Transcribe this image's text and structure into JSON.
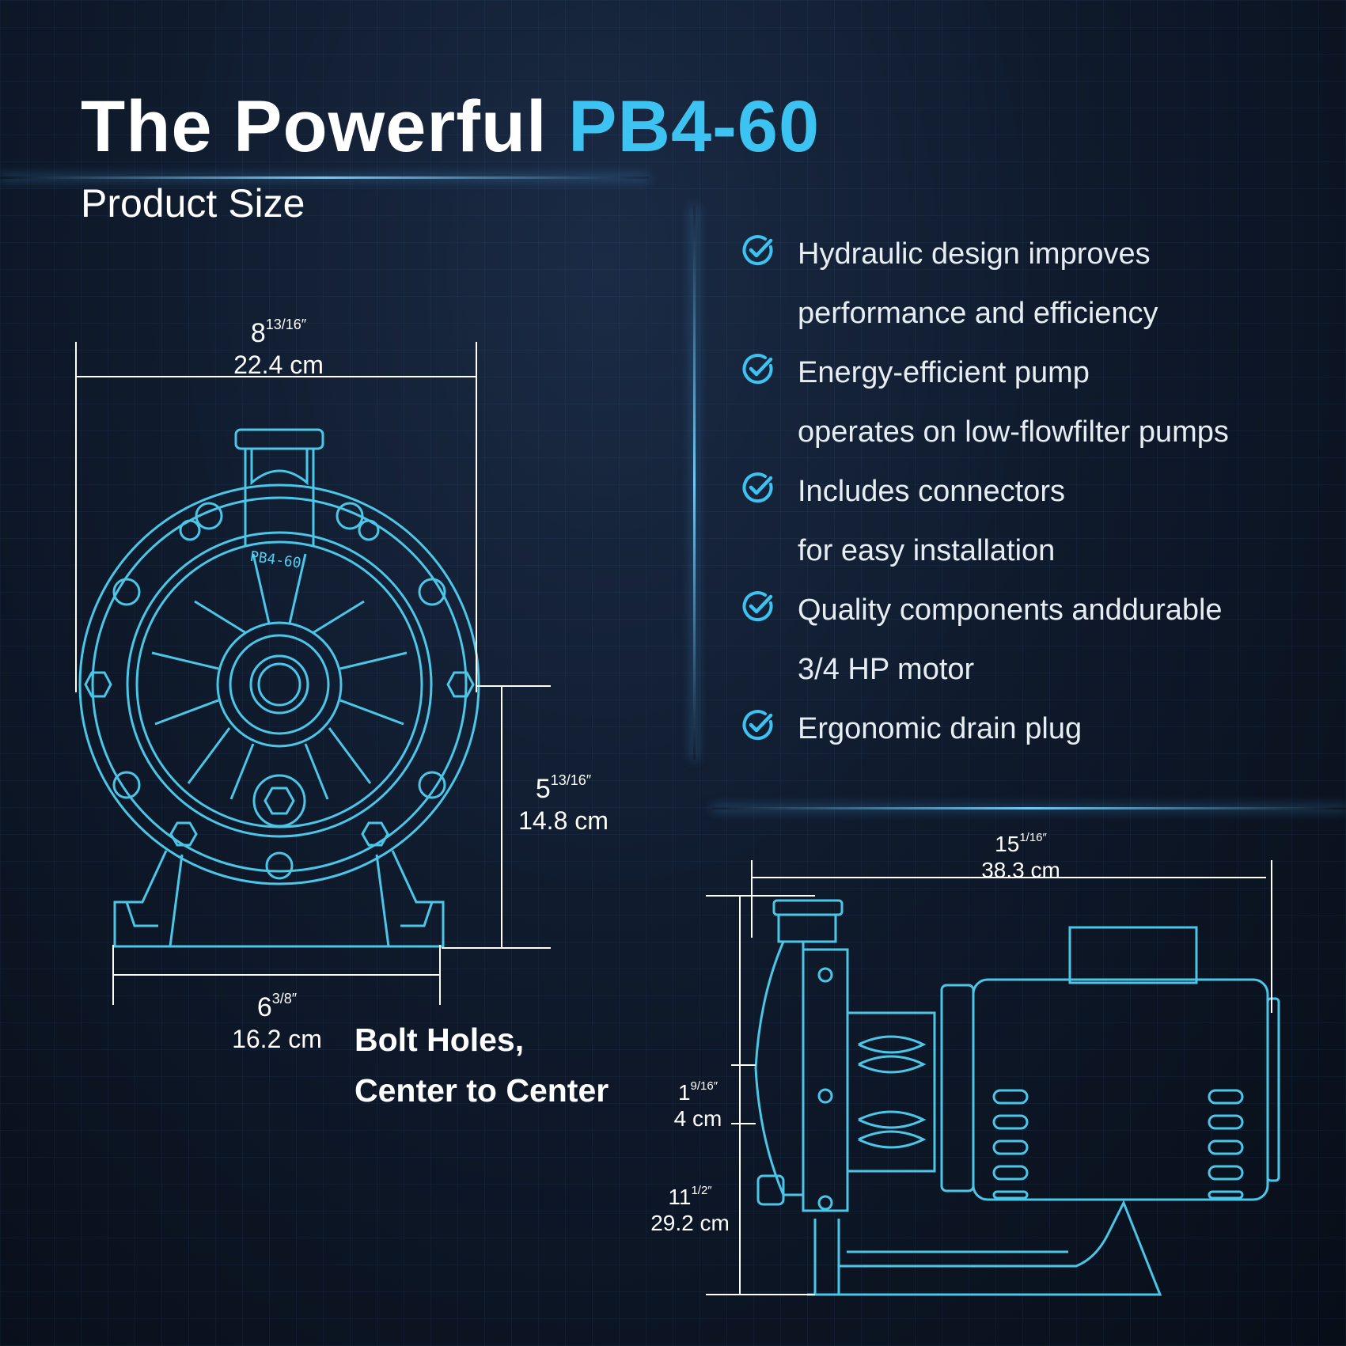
{
  "title": {
    "prefix": "The Powerful",
    "model": "PB4-60"
  },
  "subtitle": "Product Size",
  "features": [
    {
      "line1": "Hydraulic design improves",
      "line2": "performance and efficiency",
      "icon": "check-circle-icon"
    },
    {
      "line1": "Energy-efficient pump",
      "line2": "operates on low-flowfilter pumps",
      "icon": "check-circle-icon"
    },
    {
      "line1": "Includes connectors",
      "line2": "for easy installation",
      "icon": "check-circle-icon"
    },
    {
      "line1": "Quality components anddurable",
      "line2": "3/4 HP motor",
      "icon": "check-circle-icon"
    },
    {
      "line1": "Ergonomic drain plug",
      "line2": "",
      "icon": "check-circle-icon"
    }
  ],
  "front_view": {
    "label": "PB4-60",
    "width": {
      "whole": "8",
      "fraction": "13/16″",
      "cm": "22.4 cm"
    },
    "height": {
      "whole": "5",
      "fraction": "13/16″",
      "cm": "14.8 cm"
    },
    "base": {
      "whole": "6",
      "fraction": "3/8″",
      "cm": "16.2 cm"
    },
    "base_note_line1": "Bolt Holes,",
    "base_note_line2": "Center to Center"
  },
  "side_view": {
    "length": {
      "whole": "15",
      "fraction": "1/16″",
      "cm": "38.3 cm"
    },
    "inlet": {
      "whole": "1",
      "fraction": "9/16″",
      "cm": "4 cm"
    },
    "height": {
      "whole": "11",
      "fraction": "1/2″",
      "cm": "29.2 cm"
    }
  },
  "colors": {
    "accent": "#3cc3f2",
    "line_art": "#4fd0f2",
    "background": "#0f1a2c",
    "text": "#ffffff"
  }
}
